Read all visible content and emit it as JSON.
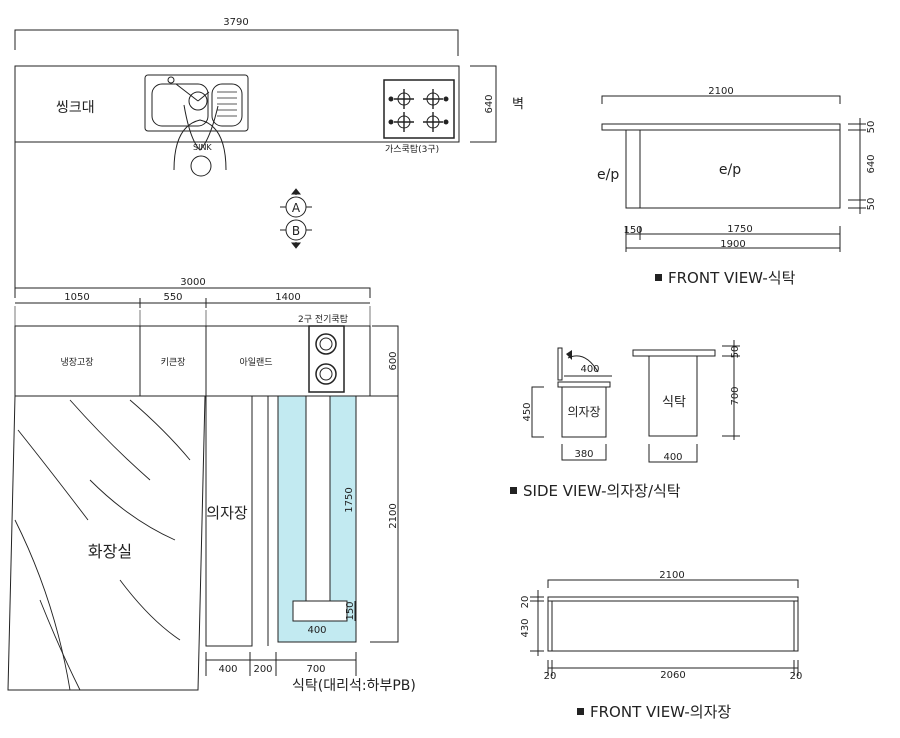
{
  "colors": {
    "ink": "#222222",
    "water": "#8fd8e6",
    "paper": "#ffffff"
  },
  "plan": {
    "dim_total": "3790",
    "dim_counter_depth": "640",
    "sink_label": "씽크대",
    "wall_note": "벽",
    "sink_text": "SINK",
    "gas_label": "가스쿡탑(3구)",
    "marker_a": "A",
    "marker_b": "B",
    "dim_lower_total": "3000",
    "dim_1050": "1050",
    "dim_550": "550",
    "dim_1400": "1400",
    "cooktop_label": "2구 전기쿡탑",
    "fridge_label": "냉장고장",
    "tall_label": "키큰장",
    "island_label": "아일랜드",
    "dim_600": "600",
    "dim_2100": "2100",
    "bathroom_label": "화장실",
    "chair_cabinet_label": "의자장",
    "dim_1750": "1750",
    "dim_150": "150",
    "dim_400_inner": "400",
    "dim_400": "400",
    "dim_200": "200",
    "dim_700": "700",
    "table_label": "식탁(대리석:하부PB)"
  },
  "front_table": {
    "dim_top": "2100",
    "dim_50": "50",
    "dim_640": "640",
    "dim_50b": "50",
    "ep_left": "e/p",
    "ep_center": "e/p",
    "dim_150": "150",
    "dim_1750": "1750",
    "dim_1900": "1900",
    "caption": "FRONT VIEW-식탁"
  },
  "side_view": {
    "dim_400": "400",
    "dim_450": "450",
    "chair_label": "의자장",
    "dim_380": "380",
    "dim_50": "50",
    "table_label": "식탁",
    "dim_700": "700",
    "dim_400b": "400",
    "caption": "SIDE VIEW-의자장/식탁"
  },
  "front_chair": {
    "dim_2100": "2100",
    "dim_20": "20",
    "dim_430": "430",
    "dim_20l": "20",
    "dim_2060": "2060",
    "dim_20r": "20",
    "caption": "FRONT VIEW-의자장"
  }
}
